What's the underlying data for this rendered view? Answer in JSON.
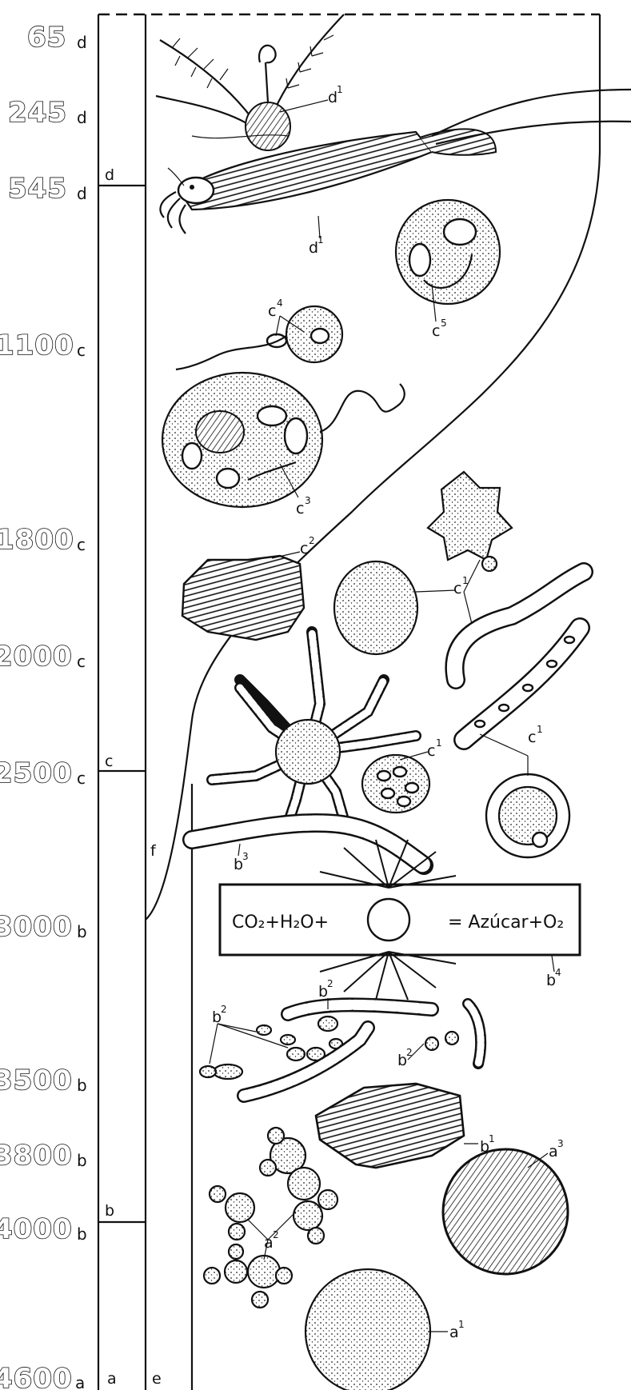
{
  "timeline": {
    "ticks": [
      {
        "value": "65",
        "sub": "d"
      },
      {
        "value": "245",
        "sub": "d"
      },
      {
        "value": "545",
        "sub": "d"
      },
      {
        "value": "1100",
        "sub": "c"
      },
      {
        "value": "1800",
        "sub": "c"
      },
      {
        "value": "2000",
        "sub": "c"
      },
      {
        "value": "2500",
        "sub": "c"
      },
      {
        "value": "3000",
        "sub": "b"
      },
      {
        "value": "3500",
        "sub": "b"
      },
      {
        "value": "3800",
        "sub": "b"
      },
      {
        "value": "4000",
        "sub": "b"
      },
      {
        "value": "4600",
        "sub": "a"
      }
    ],
    "era_marks": {
      "d": "d",
      "c": "c",
      "b": "b",
      "a": "a",
      "e": "e",
      "f": "f"
    }
  },
  "labels": {
    "d1_top": "d",
    "d1_top_sup": "1",
    "d1_bottom": "d",
    "d1_bottom_sup": "1",
    "c5": "c",
    "c5_sup": "5",
    "c4": "c",
    "c4_sup": "4",
    "c3": "c",
    "c3_sup": "3",
    "c2": "c",
    "c2_sup": "2",
    "c1_a": "c",
    "c1_a_sup": "1",
    "c1_b": "c",
    "c1_b_sup": "1",
    "c1_c": "c",
    "c1_c_sup": "1",
    "b3": "b",
    "b3_sup": "3",
    "b4": "b",
    "b4_sup": "4",
    "b2_a": "b",
    "b2_a_sup": "2",
    "b2_b": "b",
    "b2_b_sup": "2",
    "b2_c": "b",
    "b2_c_sup": "2",
    "b1": "b",
    "b1_sup": "1",
    "a3": "a",
    "a3_sup": "3",
    "a2": "a",
    "a2_sup": "2",
    "a1": "a",
    "a1_sup": "1"
  },
  "equation": {
    "left": "CO₂+H₂O+",
    "right": "= Azúcar+O₂"
  }
}
